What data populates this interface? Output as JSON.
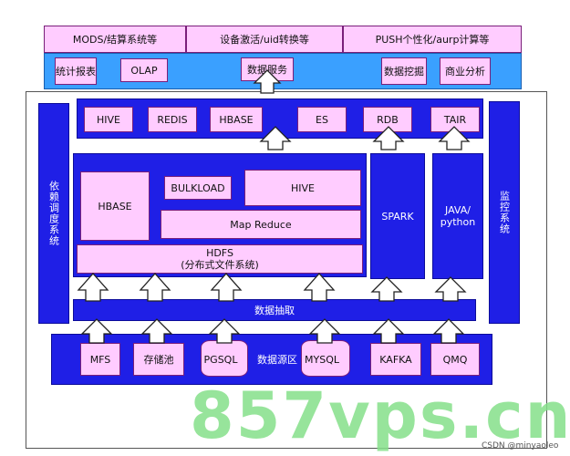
{
  "top_bar": [
    "MODS/结算系统等",
    "设备激活/uid转换等",
    "PUSH个性化/aurp计算等"
  ],
  "service_layer": {
    "items": [
      "统计报表",
      "OLAP",
      "数据服务",
      "数据挖掘",
      "商业分析"
    ]
  },
  "storage_row": [
    "HIVE",
    "REDIS",
    "HBASE",
    "ES",
    "RDB",
    "TAIR"
  ],
  "left_panel": "依赖调度系统",
  "right_panel": "监控系统",
  "compute": {
    "hbase": "HBASE",
    "bulkload": "BULKLOAD",
    "hive": "HIVE",
    "mapreduce": "Map Reduce",
    "hdfs_title": "HDFS",
    "hdfs_sub": "(分布式文件系统)",
    "spark": "SPARK",
    "java": "JAVA/\npython"
  },
  "extract_bar": "数据抽取",
  "source_layer": {
    "label": "数据源区",
    "items": [
      "MFS",
      "存储池",
      "PGSQL",
      "MYSQL",
      "KAFKA",
      "QMQ"
    ]
  },
  "watermark": "857vps.cn",
  "credit": "CSDN @minyaoleo",
  "colors": {
    "pink": "#ffccff",
    "blue": "#1f1fe6",
    "light_blue": "#3aa0ff"
  }
}
